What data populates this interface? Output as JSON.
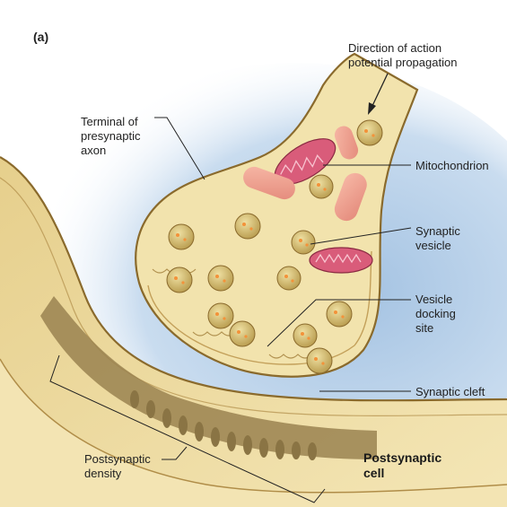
{
  "panel_label": "(a)",
  "labels": {
    "direction": "Direction of action\npotential propagation",
    "terminal": "Terminal of\npresynaptic\naxon",
    "mitochondrion": "Mitochondrion",
    "synaptic_vesicle": "Synaptic\nvesicle",
    "docking_site": "Vesicle\ndocking\nsite",
    "synaptic_cleft": "Synaptic cleft",
    "postsynaptic_density": "Postsynaptic\ndensity",
    "postsynaptic_cell": "Postsynaptic\ncell"
  },
  "colors": {
    "cytoplasm": "#f2e3ad",
    "membrane": "#8a6a2c",
    "cleft": "#a9c7e4",
    "postsynaptic_dark": "#8f7a49",
    "vesicle": "#c9b163",
    "vesicle_dot": "#f3923a",
    "mitochondrion": "#d95c7a",
    "leader_line": "#222222"
  }
}
